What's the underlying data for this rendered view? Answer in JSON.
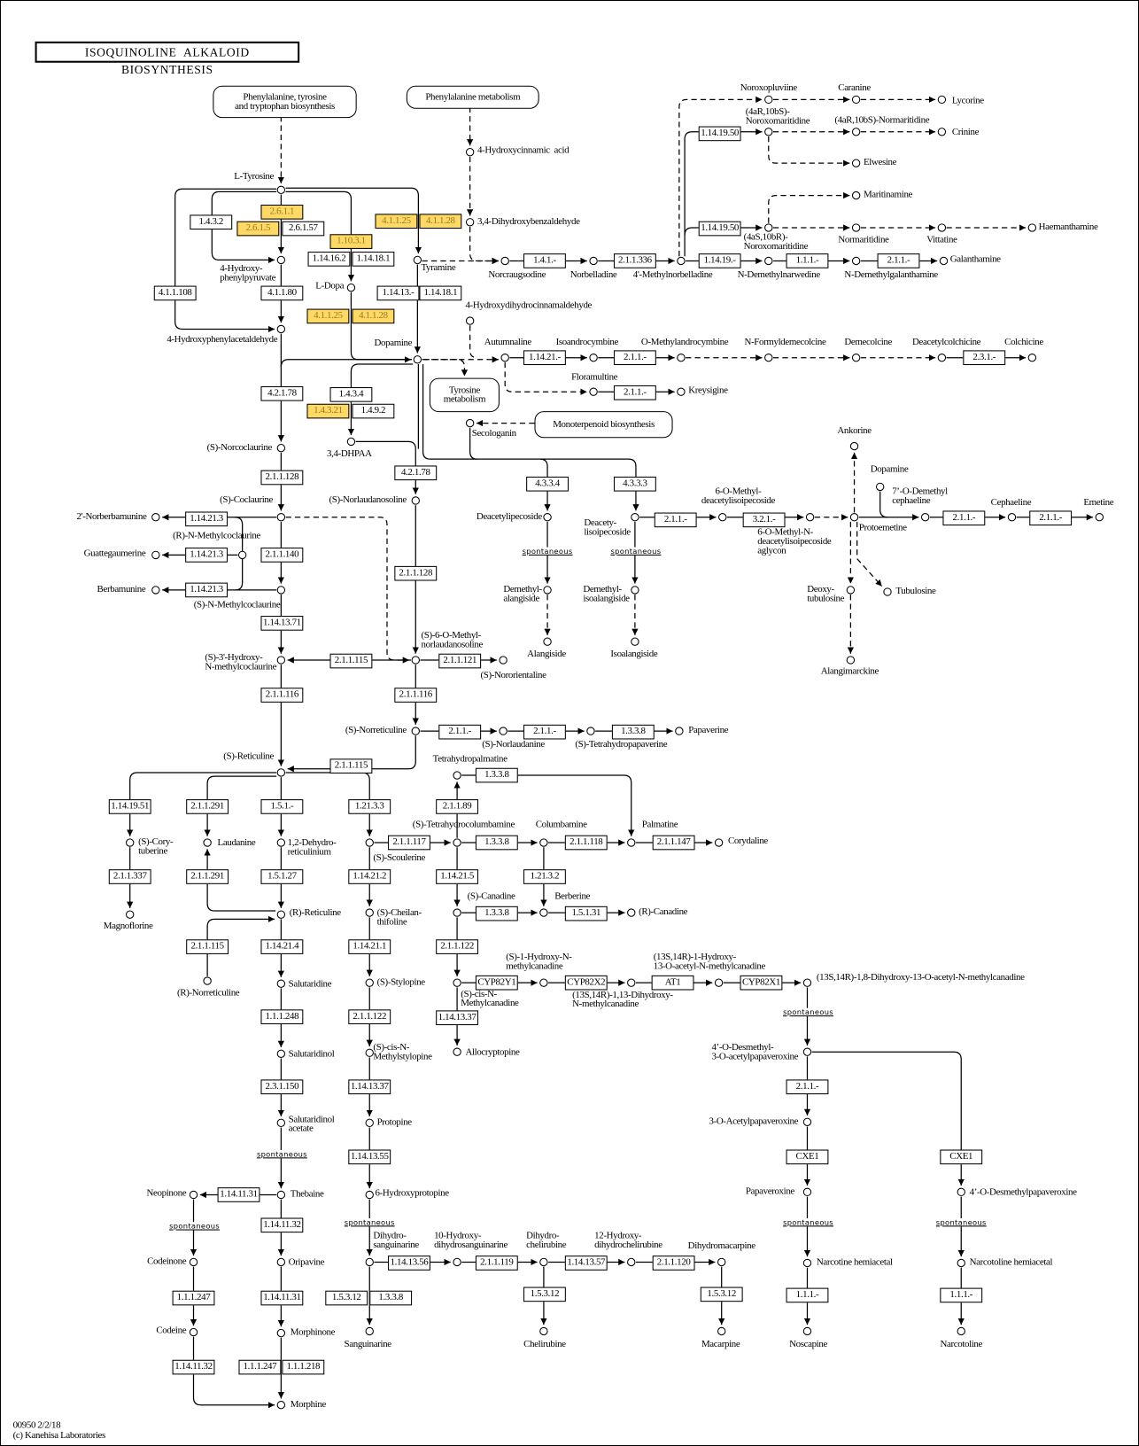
{
  "title": "ISOQUINOLINE  ALKALOID  BIOSYNTHESIS",
  "maps": [
    "Phenylalanine, tyrosine\nand tryptophan biosynthesis",
    "Phenylalanine metabolism",
    "Tyrosine\nmetabolism",
    "Monoterpenoid biosynthesis"
  ],
  "colors": {
    "highlight_fill": "#ffd966",
    "highlight_text": "#9a7a20",
    "line": "#000000"
  },
  "enzymes": [
    {
      "ec": "2.6.1.1",
      "highlighted": true
    },
    {
      "ec": "2.6.1.5",
      "highlighted": true
    },
    {
      "ec": "2.6.1.57",
      "highlighted": false
    },
    {
      "ec": "1.4.3.2",
      "highlighted": false
    },
    {
      "ec": "1.10.3.1",
      "highlighted": true
    },
    {
      "ec": "1.14.16.2",
      "highlighted": false
    },
    {
      "ec": "1.14.18.1",
      "highlighted": false
    },
    {
      "ec": "4.1.1.25",
      "highlighted": true
    },
    {
      "ec": "4.1.1.28",
      "highlighted": true
    },
    {
      "ec": "4.1.1.108",
      "highlighted": false
    },
    {
      "ec": "4.1.1.80",
      "highlighted": false
    },
    {
      "ec": "1.14.13.-",
      "highlighted": false
    },
    {
      "ec": "1.14.18.1",
      "highlighted": false
    },
    {
      "ec": "4.1.1.25",
      "highlighted": true
    },
    {
      "ec": "4.1.1.28",
      "highlighted": true
    },
    {
      "ec": "1.4.1.-",
      "highlighted": false
    },
    {
      "ec": "2.1.1.336",
      "highlighted": false
    },
    {
      "ec": "1.14.19.50",
      "highlighted": false
    },
    {
      "ec": "1.14.19.50",
      "highlighted": false
    },
    {
      "ec": "1.14.19.-",
      "highlighted": false
    },
    {
      "ec": "1.1.1.-",
      "highlighted": false
    },
    {
      "ec": "2.1.1.-",
      "highlighted": false
    },
    {
      "ec": "1.14.21.-",
      "highlighted": false
    },
    {
      "ec": "2.1.1.-",
      "highlighted": false
    },
    {
      "ec": "2.3.1.-",
      "highlighted": false
    },
    {
      "ec": "2.1.1.-",
      "highlighted": false
    },
    {
      "ec": "4.2.1.78",
      "highlighted": false
    },
    {
      "ec": "1.4.3.4",
      "highlighted": false
    },
    {
      "ec": "1.4.3.21",
      "highlighted": true
    },
    {
      "ec": "1.4.9.2",
      "highlighted": false
    },
    {
      "ec": "4.2.1.78",
      "highlighted": false
    },
    {
      "ec": "4.3.3.4",
      "highlighted": false
    },
    {
      "ec": "4.3.3.3",
      "highlighted": false
    },
    {
      "ec": "2.1.1.-",
      "highlighted": false
    },
    {
      "ec": "3.2.1.-",
      "highlighted": false
    },
    {
      "ec": "2.1.1.-",
      "highlighted": false
    },
    {
      "ec": "2.1.1.-",
      "highlighted": false
    },
    {
      "ec": "2.1.1.128",
      "highlighted": false
    },
    {
      "ec": "1.14.21.3",
      "highlighted": false
    },
    {
      "ec": "1.14.21.3",
      "highlighted": false
    },
    {
      "ec": "1.14.21.3",
      "highlighted": false
    },
    {
      "ec": "2.1.1.140",
      "highlighted": false
    },
    {
      "ec": "2.1.1.128",
      "highlighted": false
    },
    {
      "ec": "1.14.13.71",
      "highlighted": false
    },
    {
      "ec": "2.1.1.115",
      "highlighted": false
    },
    {
      "ec": "2.1.1.121",
      "highlighted": false
    },
    {
      "ec": "2.1.1.116",
      "highlighted": false
    },
    {
      "ec": "2.1.1.116",
      "highlighted": false
    },
    {
      "ec": "2.1.1.-",
      "highlighted": false
    },
    {
      "ec": "2.1.1.-",
      "highlighted": false
    },
    {
      "ec": "1.3.3.8",
      "highlighted": false
    },
    {
      "ec": "2.1.1.115",
      "highlighted": false
    },
    {
      "ec": "1.3.3.8",
      "highlighted": false
    },
    {
      "ec": "1.14.19.51",
      "highlighted": false
    },
    {
      "ec": "2.1.1.291",
      "highlighted": false
    },
    {
      "ec": "1.5.1.-",
      "highlighted": false
    },
    {
      "ec": "1.21.3.3",
      "highlighted": false
    },
    {
      "ec": "2.1.1.89",
      "highlighted": false
    },
    {
      "ec": "2.1.1.117",
      "highlighted": false
    },
    {
      "ec": "1.3.3.8",
      "highlighted": false
    },
    {
      "ec": "2.1.1.118",
      "highlighted": false
    },
    {
      "ec": "2.1.1.147",
      "highlighted": false
    },
    {
      "ec": "2.1.1.337",
      "highlighted": false
    },
    {
      "ec": "2.1.1.291",
      "highlighted": false
    },
    {
      "ec": "1.5.1.27",
      "highlighted": false
    },
    {
      "ec": "1.14.21.2",
      "highlighted": false
    },
    {
      "ec": "1.14.21.5",
      "highlighted": false
    },
    {
      "ec": "1.21.3.2",
      "highlighted": false
    },
    {
      "ec": "1.3.3.8",
      "highlighted": false
    },
    {
      "ec": "1.5.1.31",
      "highlighted": false
    },
    {
      "ec": "2.1.1.115",
      "highlighted": false
    },
    {
      "ec": "1.14.21.4",
      "highlighted": false
    },
    {
      "ec": "1.14.21.1",
      "highlighted": false
    },
    {
      "ec": "2.1.1.122",
      "highlighted": false
    },
    {
      "ec": "CYP82Y1",
      "highlighted": false
    },
    {
      "ec": "CYP82X2",
      "highlighted": false
    },
    {
      "ec": "AT1",
      "highlighted": false
    },
    {
      "ec": "CYP82X1",
      "highlighted": false
    },
    {
      "ec": "1.14.13.37",
      "highlighted": false
    },
    {
      "ec": "1.1.1.248",
      "highlighted": false
    },
    {
      "ec": "2.1.1.122",
      "highlighted": false
    },
    {
      "ec": "2.1.1.-",
      "highlighted": false
    },
    {
      "ec": "2.3.1.150",
      "highlighted": false
    },
    {
      "ec": "1.14.13.37",
      "highlighted": false
    },
    {
      "ec": "CXE1",
      "highlighted": false
    },
    {
      "ec": "CXE1",
      "highlighted": false
    },
    {
      "ec": "1.14.13.55",
      "highlighted": false
    },
    {
      "ec": "1.14.11.31",
      "highlighted": false
    },
    {
      "ec": "1.14.11.32",
      "highlighted": false
    },
    {
      "ec": "1.14.13.56",
      "highlighted": false
    },
    {
      "ec": "2.1.1.119",
      "highlighted": false
    },
    {
      "ec": "1.14.13.57",
      "highlighted": false
    },
    {
      "ec": "2.1.1.120",
      "highlighted": false
    },
    {
      "ec": "1.5.3.12",
      "highlighted": false
    },
    {
      "ec": "1.3.3.8",
      "highlighted": false
    },
    {
      "ec": "1.5.3.12",
      "highlighted": false
    },
    {
      "ec": "1.5.3.12",
      "highlighted": false
    },
    {
      "ec": "1.1.1.-",
      "highlighted": false
    },
    {
      "ec": "1.1.1.-",
      "highlighted": false
    },
    {
      "ec": "1.1.1.247",
      "highlighted": false
    },
    {
      "ec": "1.14.11.31",
      "highlighted": false
    },
    {
      "ec": "1.14.11.32",
      "highlighted": false
    },
    {
      "ec": "1.1.1.247",
      "highlighted": false
    },
    {
      "ec": "1.1.1.218",
      "highlighted": false
    }
  ],
  "compounds": [
    "L-Tyrosine",
    "4-Hydroxy-\nphenylpyruvate",
    "4-Hydroxyphenylacetaldehyde",
    "L-Dopa",
    "Tyramine",
    "Dopamine",
    "4-Hydroxycinnamic  acid",
    "3,4-Dihydroxybenzaldehyde",
    "4-Hydroxydihydrocinnamaldehyde",
    "Norcraugsodine",
    "Norbelladine",
    "4'-Methylnorbelladine",
    "Noroxopluviine",
    "Caranine",
    "Lycorine",
    "(4aR,10bS)-\nNoroxomaritidine",
    "(4aR,10bS)-Normaritidine",
    "Crinine",
    "Elwesine",
    "Maritinamine",
    "(4aS,10bR)-\nNoroxomaritidine",
    "Normaritidine",
    "Vittatine",
    "Haemanthamine",
    "N-Demethylnarwedine",
    "N-Demethylgalanthamine",
    "Galanthamine",
    "Autumnaline",
    "Isoandrocymbine",
    "O-Methylandrocymbine",
    "N-Formyldemecolcine",
    "Demecolcine",
    "Deacetylcolchicine",
    "Colchicine",
    "Floramultine",
    "Kreysigine",
    "Secologanin",
    "3,4-DHPAA",
    "(S)-Norcoclaurine",
    "(S)-Norlaudanosoline",
    "(S)-Coclaurine",
    "2'-Norberbamunine",
    "(R)-N-Methylcoclaurine",
    "Guattegaumerine",
    "Berbamunine",
    "(S)-N-Methylcoclaurine",
    "(S)-3'-Hydroxy-\nN-methylcoclaurine",
    "(S)-6-O-Methyl-\nnorlaudanosoline",
    "(S)-Nororientaline",
    "Deacetylipecoside",
    "Deacety-\nlisoipecoside",
    "6-O-Methyl-\ndeacetylisoipecoside",
    "6-O-Methyl-N-\ndeacetylisoipecoside\naglycon",
    "Protoemetine",
    "Ankorine",
    "Dopamine",
    "7’-O-Demethyl\ncephaeline",
    "Cephaeline",
    "Emetine",
    "Deoxy-\ntubulosine",
    "Tubulosine",
    "Alangimarckine",
    "Demethyl-\nalangiside",
    "Alangiside",
    "Demethyl-\nisoalangiside",
    "Isoalangiside",
    "(S)-Norreticuline",
    "(S)-Norlaudanine",
    "(S)-Tetrahydropapaverine",
    "Papaverine",
    "(S)-Reticuline",
    "Tetrahydropalmatine",
    "(S)-Cory-\ntuberine",
    "Laudanine",
    "1,2-Dehydro-\nreticulinium",
    "(S)-Scoulerine",
    "(S)-Tetrahydrocolumbamine",
    "Columbamine",
    "Palmatine",
    "Corydaline",
    "Magnoflorine",
    "(R)-Reticuline",
    "(S)-Cheilan-\nthifoline",
    "(S)-Canadine",
    "Berberine",
    "(R)-Canadine",
    "(R)-Norreticuline",
    "Salutaridine",
    "(S)-Stylopine",
    "(S)-cis-N-\nMethylcanadine",
    "(S)-1-Hydroxy-N-\nmethylcanadine",
    "(13S,14R)-1,13-Dihydroxy-\nN-methylcanadine",
    "(13S,14R)-1-Hydroxy-\n13-O-acetyl-N-methylcanadine",
    "(13S,14R)-1,8-Dihydroxy-13-O-acetyl-N-methylcanadine",
    "Allocryptopine",
    "Salutaridinol",
    "(S)-cis-N-\nMethylstylopine",
    "4’-O-Desmethyl-\n3-O-acetylpapaveroxine",
    "Salutaridinol\nacetate",
    "Protopine",
    "3-O-Acetylpapaveroxine",
    "Neopinone",
    "Thebaine",
    "6-Hydroxyprotopine",
    "Papaveroxine",
    "4’-O-Desmethylpapaveroxine",
    "Codeinone",
    "Oripavine",
    "Dihydro-\nsanguinarine",
    "10-Hydroxy-\ndihydrosanguinarine",
    "Dihydro-\nchelirubine",
    "12-Hydroxy-\ndihydrochelirubine",
    "Dihydromacarpine",
    "Narcotine hemiacetal",
    "Narcotoline hemiacetal",
    "Codeine",
    "Morphinone",
    "Sanguinarine",
    "Chelirubine",
    "Macarpine",
    "Noscapine",
    "Narcotoline",
    "Morphine"
  ],
  "spontaneous_label": "spontaneous",
  "footer": {
    "map_id_date": "00950 2/2/18",
    "copyright": "(c) Kanehisa Laboratories"
  }
}
